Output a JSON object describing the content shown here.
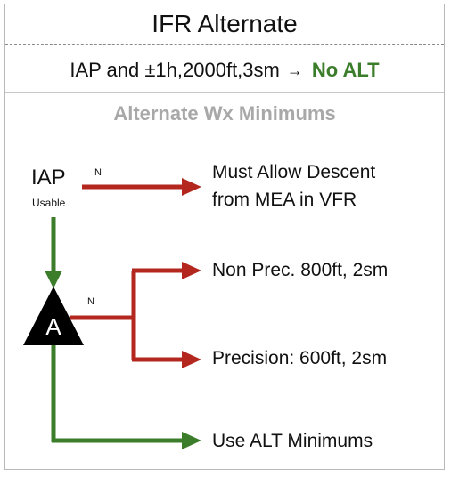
{
  "title": "IFR Alternate",
  "rule": {
    "condition": "IAP and ±1h,2000ft,3sm",
    "arrow": "→",
    "result": "No ALT"
  },
  "subtitle": "Alternate Wx Minimums",
  "diagram": {
    "start_label": "IAP",
    "start_sublabel": "Usable",
    "decision_label": "A",
    "no_label_1": "N",
    "no_label_2": "N",
    "outcome_no_iap_line1": "Must Allow Descent",
    "outcome_no_iap_line2": "from MEA in VFR",
    "outcome_nonprec": "Non Prec. 800ft, 2sm",
    "outcome_precision": "Precision: 600ft, 2sm",
    "outcome_yes": "Use ALT Minimums"
  },
  "colors": {
    "red": "#b3271e",
    "green": "#3b7d2a",
    "grey": "#a8a8a8",
    "black": "#111111"
  }
}
